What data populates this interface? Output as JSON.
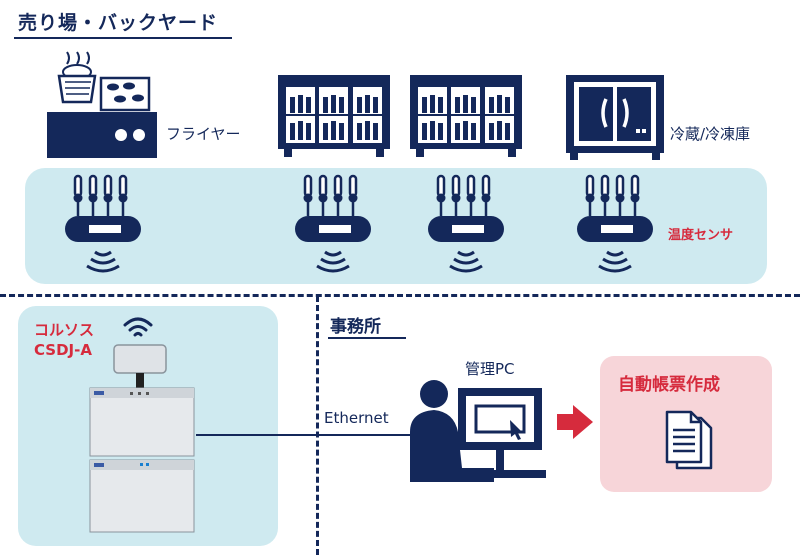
{
  "header": {
    "title": "売り場・バックヤード"
  },
  "equipment": {
    "fryer_label": "フライヤー",
    "fridge_label": "冷蔵/冷凍庫"
  },
  "sensors": {
    "label": "温度センサ",
    "count": 4
  },
  "colsos": {
    "name_line1": "コルソス",
    "name_line2": "CSDJ-A"
  },
  "office": {
    "title": "事務所",
    "pc_label": "管理PC",
    "network_label": "Ethernet"
  },
  "report": {
    "label": "自動帳票作成"
  },
  "colors": {
    "navy": "#14285a",
    "accent_red": "#d62b3d",
    "light_blue": "#cfeaf0",
    "light_pink": "#f7d5d9"
  }
}
